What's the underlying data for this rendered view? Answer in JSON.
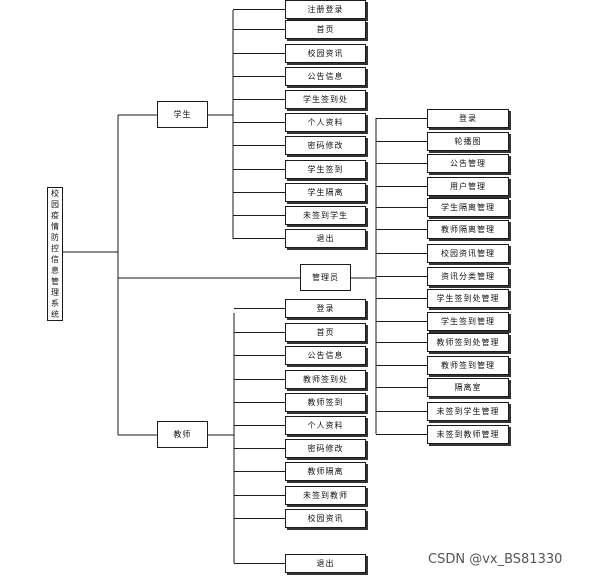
{
  "diagram": {
    "root": "校园疫情防控信息管理系统",
    "student": {
      "label": "学生",
      "items": [
        "注册登录",
        "首页",
        "校园资讯",
        "公告信息",
        "学生签到处",
        "个人资料",
        "密码修改",
        "学生签到",
        "学生隔离",
        "未签到学生",
        "退出"
      ]
    },
    "admin": {
      "label": "管理员",
      "items": [
        "登录",
        "轮播图",
        "公告管理",
        "用户管理",
        "学生隔离管理",
        "教师隔离管理",
        "校园资讯管理",
        "资讯分类管理",
        "学生签到处管理",
        "学生签到管理",
        "教师签到处管理",
        "教师签到管理",
        "隔离室",
        "未签到学生管理",
        "未签到教师管理"
      ]
    },
    "teacher": {
      "label": "教师",
      "items": [
        "登录",
        "首页",
        "公告信息",
        "教师签到处",
        "教师签到",
        "个人资料",
        "密码修改",
        "教师隔离",
        "未签到教师",
        "校园资讯",
        "退出"
      ]
    }
  },
  "watermark": "CSDN @vx_BS81330",
  "colors": {
    "line": "#1a1a1a",
    "box_border": "#1a1a1a",
    "watermark": "#555555"
  }
}
